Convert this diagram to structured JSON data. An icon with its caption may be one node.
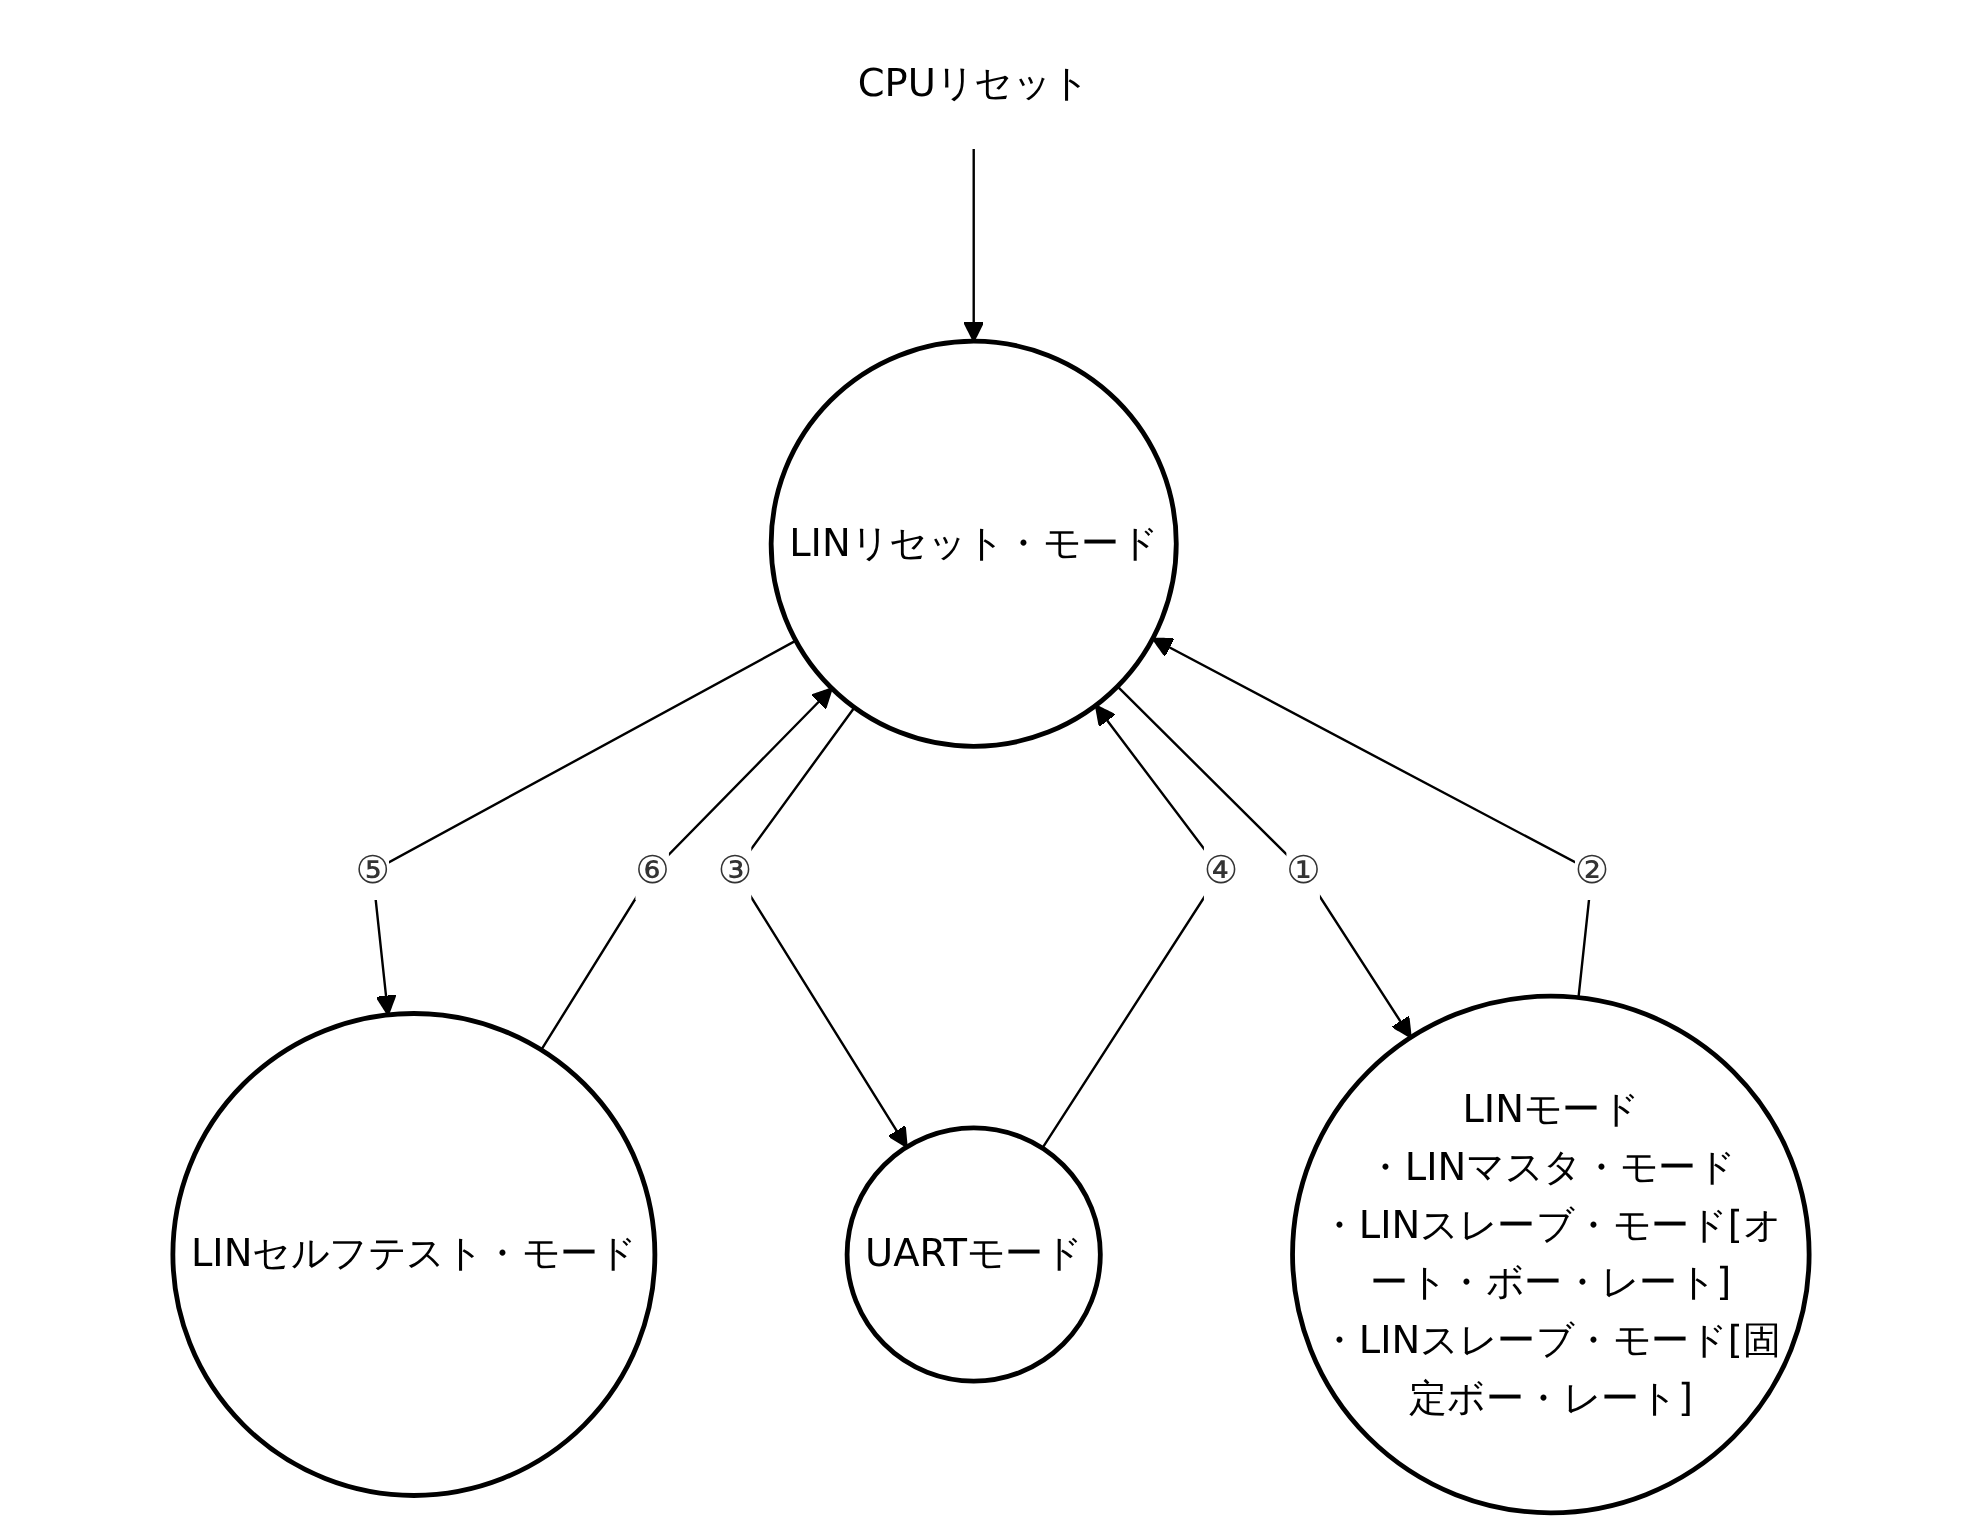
{
  "diagram": {
    "nodes": [
      {
        "text": [
          "CPUリセット"
        ]
      },
      {
        "text": [
          "LINリセット・モード"
        ]
      },
      {
        "text": [
          "LINセルフテスト・モード"
        ]
      },
      {
        "text": [
          "LINモード",
          "・LINマスタ・モード",
          "・LINスレーブ・モード[オート・ボー・レート]",
          "・LINスレーブ・モード[固定ボー・レート]"
        ]
      },
      {
        "text": [
          "UARTモード"
        ]
      }
    ],
    "edges": [
      {
        "from": 0,
        "to": 1,
        "arrow": "to"
      },
      {
        "from": 2,
        "to": 1,
        "arrow": "to",
        "label": "⑥"
      },
      {
        "from": 1,
        "to": 2,
        "arrow": "to",
        "label": "⑤"
      },
      {
        "from": 4,
        "to": 1,
        "arrow": "to",
        "label": "④"
      },
      {
        "from": 1,
        "to": 4,
        "arrow": "to",
        "label": "③"
      },
      {
        "from": 1,
        "to": 3,
        "arrow": "to",
        "label": "①"
      },
      {
        "from": 3,
        "to": 1,
        "arrow": "to",
        "label": "②"
      }
    ]
  }
}
